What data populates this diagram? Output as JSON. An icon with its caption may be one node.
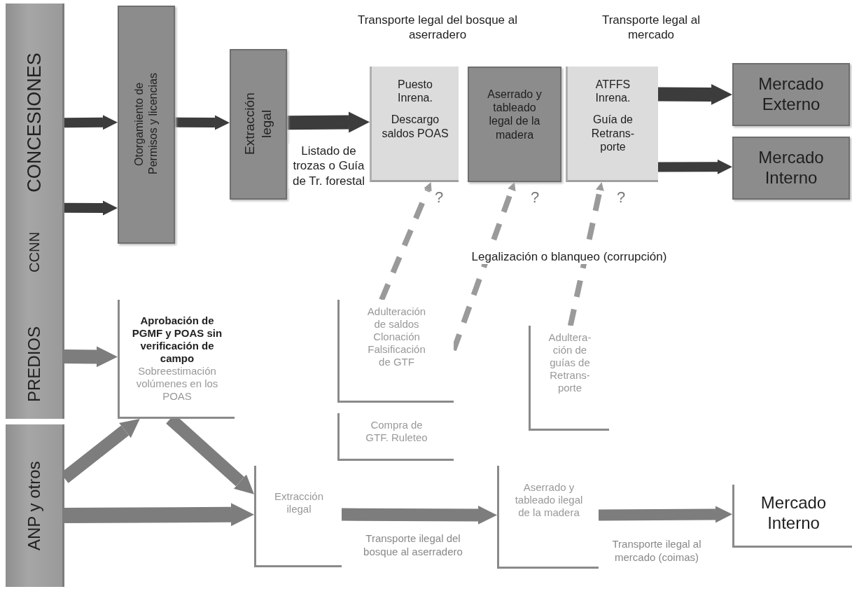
{
  "diagram": {
    "nodes": [
      {
        "text": [
          "CONCESIONES",
          "CCNN",
          "PREDIOS"
        ]
      },
      {
        "text": [
          "ANP y otros"
        ]
      },
      {
        "text": [
          "Otorgamiento de Permisos y licencias"
        ]
      },
      {
        "text": [
          "Extracción legal"
        ]
      },
      {
        "text": [
          "Puesto Inrena.",
          "Descargo saldos POAS"
        ]
      },
      {
        "text": [
          "Aserrado y tableado legal de la madera"
        ]
      },
      {
        "text": [
          "ATFFS Inrena.",
          "Guía de Retrans- porte"
        ]
      },
      {
        "text": [
          "Mercado Externo"
        ]
      },
      {
        "text": [
          "Mercado Interno"
        ]
      },
      {
        "text": [
          "Aprobación de PGMF y POAS sin verificación de campo",
          "Sobreestimación volúmenes en los POAS"
        ]
      },
      {
        "text": [
          "Adulteración de saldos Clonación Falsificación de GTF"
        ]
      },
      {
        "text": [
          "Compra de GTF. Ruleteo"
        ]
      },
      {
        "text": [
          "Adultera- ción de guías de Retrans- porte"
        ]
      },
      {
        "text": [
          "Extracción ilegal"
        ]
      },
      {
        "text": [
          "Aserrado y tableado ilegal de la madera"
        ]
      },
      {
        "text": [
          "Mercado Interno"
        ]
      }
    ],
    "edges": [
      {
        "from": 0,
        "to": 2,
        "arrow": "to",
        "color": "#3c3c3c"
      },
      {
        "from": 0,
        "to": 2,
        "arrow": "to",
        "color": "#3c3c3c"
      },
      {
        "from": 2,
        "to": 3,
        "arrow": "to",
        "color": "#3c3c3c"
      },
      {
        "from": 3,
        "to": 4,
        "arrow": "to",
        "label": "Listado de trozas o Guía de Tr. forestal",
        "color": "#3c3c3c"
      },
      {
        "from": 6,
        "to": 7,
        "arrow": "to",
        "color": "#3c3c3c"
      },
      {
        "from": 6,
        "to": 8,
        "arrow": "to",
        "color": "#3c3c3c"
      },
      {
        "from": 0,
        "to": 9,
        "arrow": "to"
      },
      {
        "from": 1,
        "to": 9,
        "arrow": "to"
      },
      {
        "from": 9,
        "to": 13,
        "arrow": "to"
      },
      {
        "from": 1,
        "to": 13,
        "arrow": "to"
      },
      {
        "from": 13,
        "to": 14,
        "arrow": "to",
        "label": "Transporte ilegal del bosque al aserradero"
      },
      {
        "from": 14,
        "to": 15,
        "arrow": "to",
        "label": "Transporte ilegal al mercado (coimas)"
      },
      {
        "from": 10,
        "to": 4,
        "arrow": "to",
        "style": "dashed",
        "color": "#9a9a9a"
      },
      {
        "from": 10,
        "to": 5,
        "arrow": "to",
        "style": "dashed",
        "color": "#9a9a9a"
      },
      {
        "from": 12,
        "to": 6,
        "arrow": "to",
        "style": "dashed",
        "color": "#9a9a9a"
      }
    ],
    "labels": [
      "Transporte legal del bosque al aserradero",
      "Transporte legal al mercado",
      "?",
      "?",
      "?",
      "Legalización o blanqueo (corrupción)"
    ]
  }
}
